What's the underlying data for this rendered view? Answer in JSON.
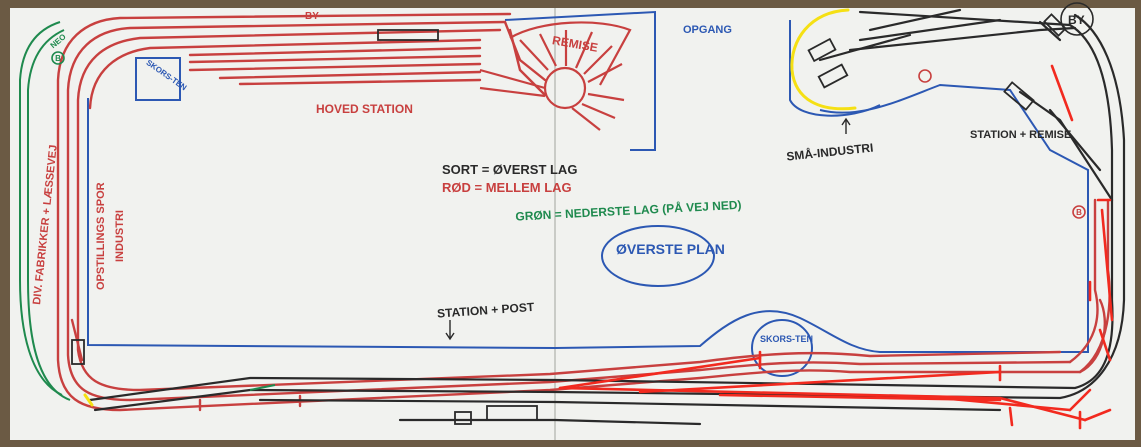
{
  "colors": {
    "board": "#f1f2ef",
    "red": "#c8403f",
    "bright_red": "#f22a1f",
    "black": "#2a2a2a",
    "blue": "#2c58b3",
    "green": "#1f8a4e",
    "yellow": "#f5e014",
    "wood": "#6b5a44"
  },
  "labels": {
    "by_top": "BY",
    "by_right": "BY",
    "remise": "REMISE",
    "opgang": "OPGANG",
    "skorsten_left": "SKORS-TEN",
    "hoved_station": "HOVED STATION",
    "neo": "NEO",
    "small_industry": "SMÅ-INDUSTRI",
    "station_remise": "STATION + REMISE",
    "div_fabrikker": "DIV. FABRIKKER + LÆSSEVEJ",
    "opstillings_spor": "OPSTILLINGS SPOR",
    "industri": "INDUSTRI",
    "station_post": "STATION + POST",
    "skorsten_right": "SKORS-TEN",
    "oeverste_plan": "ØVERSTE PLAN"
  },
  "legend": {
    "black": "SORT = ØVERST LAG",
    "red": "RØD = MELLEM LAG",
    "green": "GRØN = NEDERSTE LAG (PÅ VEJ NED)"
  },
  "markers": {
    "b_left": "B",
    "b_right": "B"
  }
}
